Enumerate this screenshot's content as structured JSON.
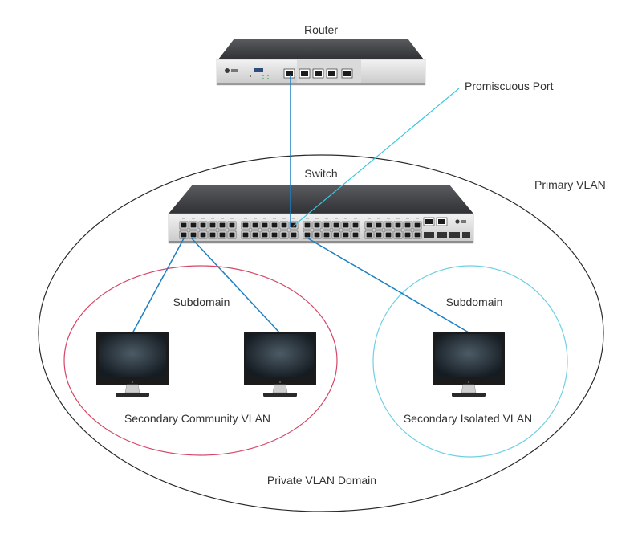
{
  "labels": {
    "router": "Router",
    "promiscuous_port": "Promiscuous Port",
    "switch": "Switch",
    "primary_vlan": "Primary VLAN",
    "subdomain_left": "Subdomain",
    "subdomain_right": "Subdomain",
    "secondary_community_vlan": "Secondary Community VLAN",
    "secondary_isolated_vlan": "Secondary Isolated VLAN",
    "private_vlan_domain": "Private VLAN Domain"
  },
  "colors": {
    "link_line": "#1b7fc4",
    "promiscuous_line": "#3cc6e0",
    "community_circle": "#d64566",
    "isolated_circle": "#6fd0e3",
    "domain_ellipse": "#2a2a2a",
    "label_text": "#333333"
  },
  "icons": {
    "router": "router-icon",
    "switch": "switch-icon",
    "monitor": "monitor-icon"
  }
}
